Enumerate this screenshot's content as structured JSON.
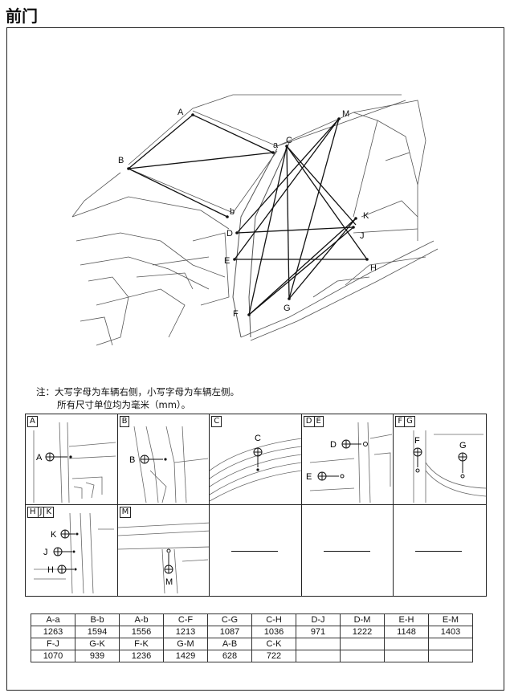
{
  "title": "前门",
  "note": {
    "line1": "注：大写字母为车辆右侧，小写字母为车辆左侧。",
    "line2": "所有尺寸单位均为毫米（mm）。"
  },
  "main_labels": [
    "A",
    "a",
    "B",
    "b",
    "C",
    "D",
    "E",
    "F",
    "G",
    "H",
    "J",
    "K",
    "M"
  ],
  "thumbnails": [
    {
      "tags": [
        "A"
      ],
      "points": [
        "A"
      ]
    },
    {
      "tags": [
        "B"
      ],
      "points": [
        "B"
      ]
    },
    {
      "tags": [
        "C"
      ],
      "points": [
        "C"
      ]
    },
    {
      "tags": [
        "D",
        "E"
      ],
      "points": [
        "D",
        "E"
      ]
    },
    {
      "tags": [
        "F",
        "G"
      ],
      "points": [
        "F",
        "G"
      ]
    },
    {
      "tags": [
        "H",
        "J",
        "K"
      ],
      "points": [
        "K",
        "J",
        "H"
      ]
    },
    {
      "tags": [
        "M"
      ],
      "points": [
        "M"
      ]
    },
    {
      "tags": [],
      "points": []
    },
    {
      "tags": [],
      "points": []
    },
    {
      "tags": [],
      "points": []
    }
  ],
  "dimensions": [
    [
      {
        "k": "A-a",
        "v": "1263"
      },
      {
        "k": "B-b",
        "v": "1594"
      },
      {
        "k": "A-b",
        "v": "1556"
      },
      {
        "k": "C-F",
        "v": "1213"
      },
      {
        "k": "C-G",
        "v": "1087"
      },
      {
        "k": "C-H",
        "v": "1036"
      },
      {
        "k": "D-J",
        "v": "971"
      },
      {
        "k": "D-M",
        "v": "1222"
      },
      {
        "k": "E-H",
        "v": "1148"
      },
      {
        "k": "E-M",
        "v": "1403"
      }
    ],
    [
      {
        "k": "F-J",
        "v": "1070"
      },
      {
        "k": "G-K",
        "v": "939"
      },
      {
        "k": "F-K",
        "v": "1236"
      },
      {
        "k": "G-M",
        "v": "1429"
      },
      {
        "k": "A-B",
        "v": "628"
      },
      {
        "k": "C-K",
        "v": "722"
      },
      {
        "k": "",
        "v": ""
      },
      {
        "k": "",
        "v": ""
      },
      {
        "k": "",
        "v": ""
      },
      {
        "k": "",
        "v": ""
      }
    ]
  ]
}
